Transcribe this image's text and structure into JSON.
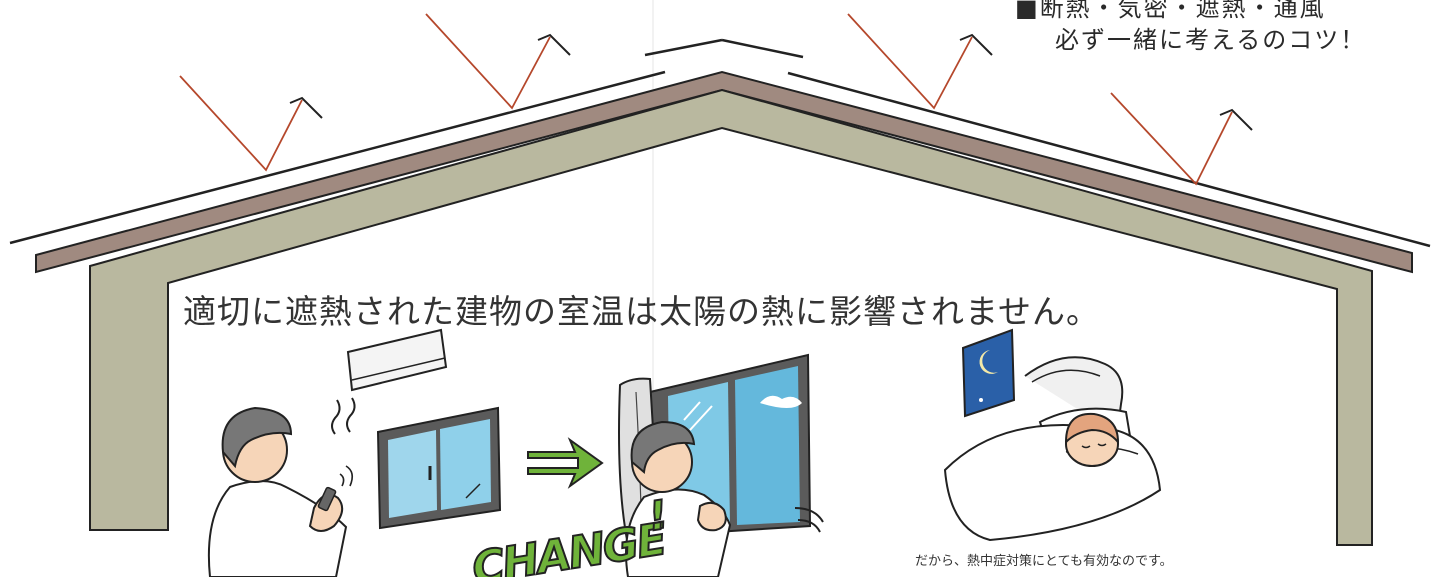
{
  "heading": {
    "line1": "断熱・気密・遮熱・通風",
    "line2": "必ず一緒に考えるのコツ！"
  },
  "caption": "適切に遮熱された建物の室温は太陽の熱に影響されません。",
  "change_label": "CHANGE",
  "change_exclaim": "!",
  "footer": "だから、熱中症対策にとても有効なのです。",
  "colors": {
    "roof_band": "#a08a80",
    "wall": "#b9b89f",
    "outline": "#222222",
    "sun_ray": "#b5482c",
    "green": "#6fb33a",
    "glass": "#8fd0ea",
    "frame": "#5b5b5b"
  },
  "icons": [
    "sun-ray-arrow",
    "air-conditioner-icon",
    "window-icon",
    "arrow-right-icon",
    "moon-picture-icon",
    "bed-icon",
    "person-icon",
    "remote-control-icon"
  ]
}
